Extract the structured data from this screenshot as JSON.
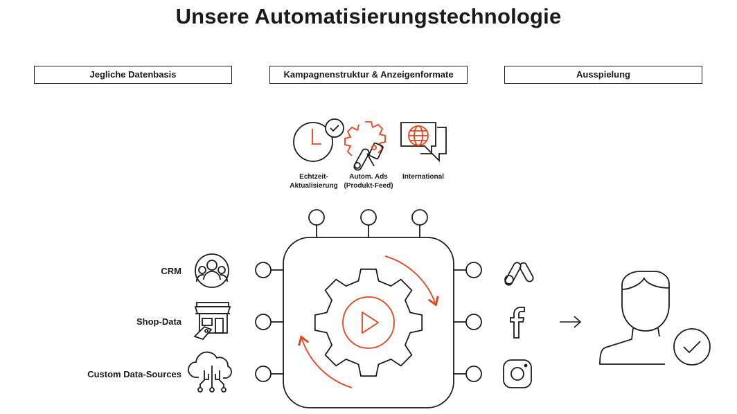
{
  "title": "Unsere Automatisierungstechnologie",
  "headers": {
    "data_basis": "Jegliche Datenbasis",
    "campaign": "Kampagnenstruktur & Anzeigenformate",
    "delivery": "Ausspielung"
  },
  "features": {
    "realtime": [
      "Echtzeit-",
      "Aktualisierung"
    ],
    "auto_ads": [
      "Autom. Ads",
      "(Produkt-Feed)"
    ],
    "international": [
      "International"
    ]
  },
  "sources": {
    "crm": "CRM",
    "shop": "Shop-Data",
    "custom": "Custom Data-Sources"
  },
  "channels": [
    "google-ads-icon",
    "facebook-icon",
    "instagram-icon"
  ],
  "colors": {
    "accent": "#e8401c",
    "ink": "#1a1a1a"
  }
}
